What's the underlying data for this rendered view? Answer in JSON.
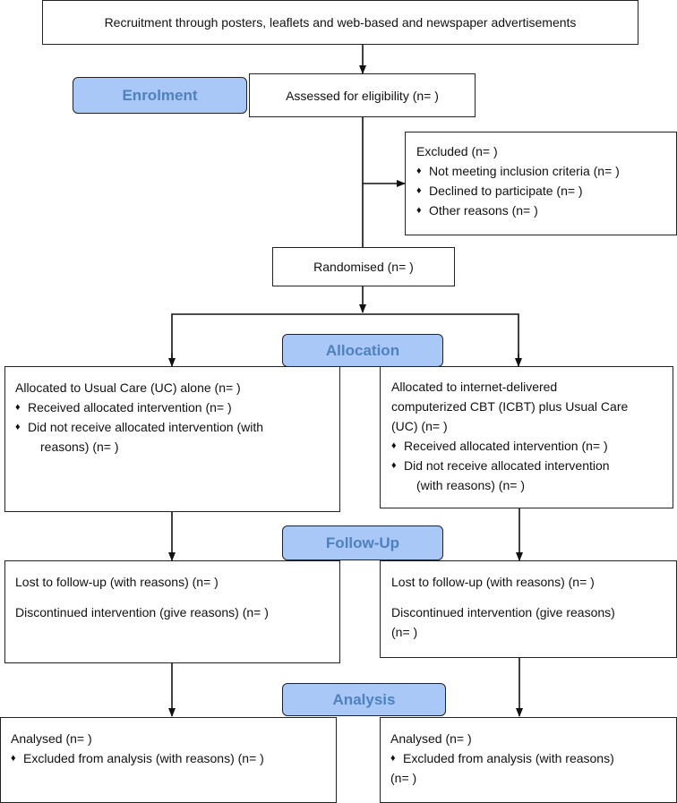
{
  "recruitment": "Recruitment through posters, leaflets and web-based and newspaper advertisements",
  "stages": {
    "enrolment": "Enrolment",
    "allocation": "Allocation",
    "follow_up": "Follow-Up",
    "analysis": "Analysis"
  },
  "eligibility": "Assessed for eligibility (n=  )",
  "excluded": {
    "title": "Excluded  (n=   )",
    "items": [
      "Not meeting inclusion criteria (n=  )",
      "Declined to participate (n=  )",
      "Other reasons (n=  )"
    ]
  },
  "randomised": "Randomised (n=  )",
  "bullet_glyph": "♦",
  "allocation_left": {
    "title": "Allocated to Usual Care (UC) alone (n=  )",
    "received": "Received allocated intervention (n=  )",
    "not_received": "Did not receive allocated intervention (with",
    "not_received_cont": "reasons) (n=  )"
  },
  "allocation_right": {
    "title_1": "Allocated to internet-delivered",
    "title_2": "computerized CBT (ICBT) plus Usual Care",
    "title_3": "(UC) (n=  )",
    "received": "Received allocated intervention (n=  )",
    "not_received": "Did not receive allocated intervention",
    "not_received_cont": "(with reasons) (n=  )"
  },
  "followup_left": {
    "lost": "Lost to follow-up (with reasons) (n=  )",
    "discontinued": "Discontinued intervention (give reasons) (n=  )"
  },
  "followup_right": {
    "lost": "Lost to follow-up (with reasons) (n=  )",
    "discontinued": "Discontinued intervention (give reasons)",
    "discontinued_cont": "(n=  )"
  },
  "analysis_left": {
    "analysed": "Analysed (n=  )",
    "excluded": "Excluded from analysis (with reasons) (n=  )"
  },
  "analysis_right": {
    "analysed": "Analysed (n=  )",
    "excluded": "Excluded from analysis (with reasons)",
    "excluded_cont": "(n=  )"
  },
  "colors": {
    "stage_fill": "#a9c7f7",
    "stage_text": "#4f81bd",
    "lines": "#111111"
  }
}
